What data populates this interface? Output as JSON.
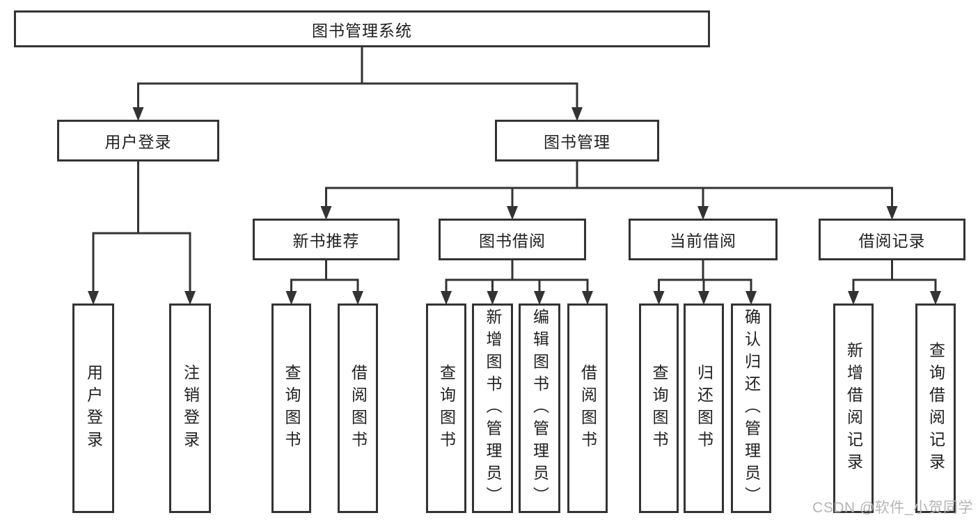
{
  "colors": {
    "line": "#333333",
    "box_border": "#333333",
    "box_background": "#ffffff",
    "text": "#1f1f1f",
    "watermark": "#b5b5b5"
  },
  "tree": {
    "root": "图书管理系统",
    "children": [
      {
        "label": "用户登录",
        "children": [
          "用户登录",
          "注销登录"
        ]
      },
      {
        "label": "图书管理",
        "children": [
          {
            "label": "新书推荐",
            "children": [
              "查询图书",
              "借阅图书"
            ]
          },
          {
            "label": "图书借阅",
            "children": [
              "查询图书",
              "新增图书（管理员）",
              "编辑图书（管理员）",
              "借阅图书"
            ]
          },
          {
            "label": "当前借阅",
            "children": [
              "查询图书",
              "归还图书",
              "确认归还（管理员）"
            ]
          },
          {
            "label": "借阅记录",
            "children": [
              "新增借阅记录",
              "查询借阅记录"
            ]
          }
        ]
      }
    ]
  },
  "watermark": "CSDN @软件_小贺同学"
}
